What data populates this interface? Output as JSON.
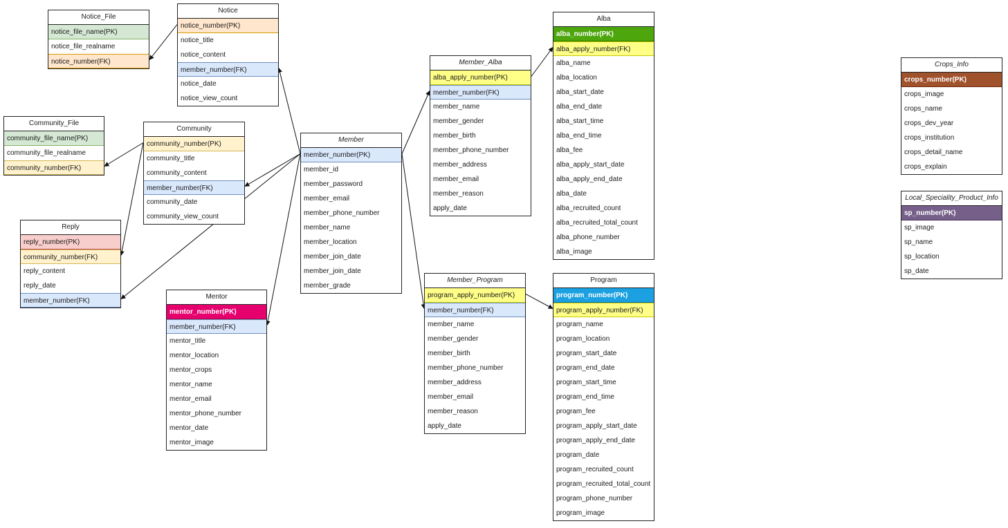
{
  "colors": {
    "pk_orange": {
      "bg": "#ffe6cc",
      "border": "#d79b00",
      "text": "#1a1a1a"
    },
    "fk_orange": {
      "bg": "#ffe6cc",
      "border": "#d79b00",
      "text": "#1a1a1a"
    },
    "pk_green_light": {
      "bg": "#d5e8d4",
      "border": "#82b366",
      "text": "#1a1a1a"
    },
    "fk_yellow_light": {
      "bg": "#fff2cc",
      "border": "#d6b656",
      "text": "#1a1a1a"
    },
    "fk_blue": {
      "bg": "#dae8fc",
      "border": "#6c8ebf",
      "text": "#1a1a1a"
    },
    "pk_red_light": {
      "bg": "#f8cecc",
      "border": "#b85450",
      "text": "#1a1a1a"
    },
    "yellow": {
      "bg": "#ffff88",
      "border": "#c9c900",
      "text": "#1a1a1a"
    },
    "pk_green_dark": {
      "bg": "#4ca60c",
      "border": "#2d7600",
      "text": "#ffffff"
    },
    "pk_blue_dark": {
      "bg": "#1ba1e2",
      "border": "#006eaf",
      "text": "#ffffff"
    },
    "pk_pink": {
      "bg": "#e6006e",
      "border": "#a50040",
      "text": "#ffffff"
    },
    "pk_brown": {
      "bg": "#a0522d",
      "border": "#6d1f00",
      "text": "#ffffff"
    },
    "pk_purple": {
      "bg": "#76608a",
      "border": "#432d57",
      "text": "#ffffff"
    }
  },
  "entities": {
    "notice_file": {
      "title": "Notice_File",
      "italic": false,
      "fields": [
        {
          "label": "notice_file_name(PK)",
          "color": "pk_green_light"
        },
        {
          "label": "notice_file_realname"
        },
        {
          "label": "notice_number(FK)",
          "color": "fk_orange"
        }
      ]
    },
    "notice": {
      "title": "Notice",
      "italic": false,
      "fields": [
        {
          "label": "notice_number(PK)",
          "color": "pk_orange"
        },
        {
          "label": "notice_title"
        },
        {
          "label": "notice_content"
        },
        {
          "label": "member_number(FK)",
          "color": "fk_blue"
        },
        {
          "label": "notice_date"
        },
        {
          "label": "notice_view_count"
        }
      ]
    },
    "community_file": {
      "title": "Community_File",
      "italic": false,
      "fields": [
        {
          "label": "community_file_name(PK)",
          "color": "pk_green_light"
        },
        {
          "label": "community_file_realname"
        },
        {
          "label": "community_number(FK)",
          "color": "fk_yellow_light"
        }
      ]
    },
    "community": {
      "title": "Community",
      "italic": false,
      "fields": [
        {
          "label": "community_number(PK)",
          "color": "fk_yellow_light"
        },
        {
          "label": "community_title"
        },
        {
          "label": "community_content"
        },
        {
          "label": "member_number(FK)",
          "color": "fk_blue"
        },
        {
          "label": "community_date"
        },
        {
          "label": "community_view_count"
        }
      ]
    },
    "reply": {
      "title": "Reply",
      "italic": false,
      "fields": [
        {
          "label": "reply_number(PK)",
          "color": "pk_red_light"
        },
        {
          "label": "community_number(FK)",
          "color": "fk_yellow_light"
        },
        {
          "label": "reply_content"
        },
        {
          "label": "reply_date"
        },
        {
          "label": "member_number(FK)",
          "color": "fk_blue"
        }
      ]
    },
    "mentor": {
      "title": "Mentor",
      "italic": false,
      "fields": [
        {
          "label": "mentor_number(PK)",
          "color": "pk_pink"
        },
        {
          "label": "member_number(FK)",
          "color": "fk_blue"
        },
        {
          "label": "mentor_title"
        },
        {
          "label": "mentor_location"
        },
        {
          "label": "mentor_crops"
        },
        {
          "label": "mentor_name"
        },
        {
          "label": "mentor_email"
        },
        {
          "label": "mentor_phone_number"
        },
        {
          "label": "mentor_date"
        },
        {
          "label": "mentor_image"
        }
      ]
    },
    "member": {
      "title": "Member",
      "italic": true,
      "fields": [
        {
          "label": "member_number(PK)",
          "color": "fk_blue"
        },
        {
          "label": "member_id"
        },
        {
          "label": "member_password"
        },
        {
          "label": "member_email"
        },
        {
          "label": "member_phone_number"
        },
        {
          "label": "member_name"
        },
        {
          "label": "member_location"
        },
        {
          "label": "member_join_date"
        },
        {
          "label": "member_join_date"
        },
        {
          "label": "member_grade"
        }
      ]
    },
    "member_alba": {
      "title": "Member_Alba",
      "italic": true,
      "fields": [
        {
          "label": "alba_apply_number(PK)",
          "color": "yellow"
        },
        {
          "label": "member_number(FK)",
          "color": "fk_blue"
        },
        {
          "label": "member_name"
        },
        {
          "label": "member_gender"
        },
        {
          "label": "member_birth"
        },
        {
          "label": "member_phone_number"
        },
        {
          "label": "member_address"
        },
        {
          "label": "member_email"
        },
        {
          "label": "member_reason"
        },
        {
          "label": "apply_date"
        }
      ]
    },
    "member_program": {
      "title": "Member_Program",
      "italic": true,
      "fields": [
        {
          "label": "program_apply_number(PK)",
          "color": "yellow"
        },
        {
          "label": "member_number(FK)",
          "color": "fk_blue"
        },
        {
          "label": "member_name"
        },
        {
          "label": "member_gender"
        },
        {
          "label": "member_birth"
        },
        {
          "label": "member_phone_number"
        },
        {
          "label": "member_address"
        },
        {
          "label": "member_email"
        },
        {
          "label": "member_reason"
        },
        {
          "label": "apply_date"
        }
      ]
    },
    "alba": {
      "title": "Alba",
      "italic": false,
      "fields": [
        {
          "label": "alba_number(PK)",
          "color": "pk_green_dark"
        },
        {
          "label": "alba_apply_number(FK)",
          "color": "yellow"
        },
        {
          "label": "alba_name"
        },
        {
          "label": "alba_location"
        },
        {
          "label": "alba_start_date"
        },
        {
          "label": "alba_end_date"
        },
        {
          "label": "alba_start_time"
        },
        {
          "label": "alba_end_time"
        },
        {
          "label": "alba_fee"
        },
        {
          "label": "alba_apply_start_date"
        },
        {
          "label": "alba_apply_end_date"
        },
        {
          "label": "alba_date"
        },
        {
          "label": "alba_recruited_count"
        },
        {
          "label": "alba_recruited_total_count"
        },
        {
          "label": "alba_phone_number"
        },
        {
          "label": "alba_image"
        }
      ]
    },
    "program": {
      "title": "Program",
      "italic": false,
      "fields": [
        {
          "label": "program_number(PK)",
          "color": "pk_blue_dark"
        },
        {
          "label": "program_apply_number(FK)",
          "color": "yellow"
        },
        {
          "label": "program_name"
        },
        {
          "label": "program_location"
        },
        {
          "label": "program_start_date"
        },
        {
          "label": "program_end_date"
        },
        {
          "label": "program_start_time"
        },
        {
          "label": "program_end_time"
        },
        {
          "label": "program_fee"
        },
        {
          "label": "program_apply_start_date"
        },
        {
          "label": "program_apply_end_date"
        },
        {
          "label": "program_date"
        },
        {
          "label": "program_recruited_count"
        },
        {
          "label": "program_recruited_total_count"
        },
        {
          "label": "program_phone_number"
        },
        {
          "label": "program_image"
        }
      ]
    },
    "crops_info": {
      "title": "Crops_Info",
      "italic": true,
      "fields": [
        {
          "label": "crops_number(PK)",
          "color": "pk_brown"
        },
        {
          "label": "crops_image"
        },
        {
          "label": "crops_name"
        },
        {
          "label": "crops_dev_year"
        },
        {
          "label": "crops_institution"
        },
        {
          "label": "crops_detail_name"
        },
        {
          "label": "crops_explain"
        }
      ]
    },
    "local_speciality": {
      "title": "Local_Speciality_Product_Info",
      "italic": true,
      "fields": [
        {
          "label": "sp_number(PK)",
          "color": "pk_purple"
        },
        {
          "label": "sp_image"
        },
        {
          "label": "sp_name"
        },
        {
          "label": "sp_location"
        },
        {
          "label": "sp_date"
        }
      ]
    }
  },
  "relationships": [
    {
      "from": "notice.0",
      "to": "notice_file.2"
    },
    {
      "from": "member.0",
      "to": "notice.3"
    },
    {
      "from": "community.0",
      "to": "community_file.2"
    },
    {
      "from": "member.0",
      "to": "community.3"
    },
    {
      "from": "community.0",
      "to": "reply.1"
    },
    {
      "from": "member.0",
      "to": "reply.4"
    },
    {
      "from": "member.0",
      "to": "mentor.1"
    },
    {
      "from": "member.0",
      "to": "member_alba.1"
    },
    {
      "from": "member.0",
      "to": "member_program.1"
    },
    {
      "from": "member_alba.0",
      "to": "alba.1"
    },
    {
      "from": "member_program.0",
      "to": "program.1"
    }
  ]
}
